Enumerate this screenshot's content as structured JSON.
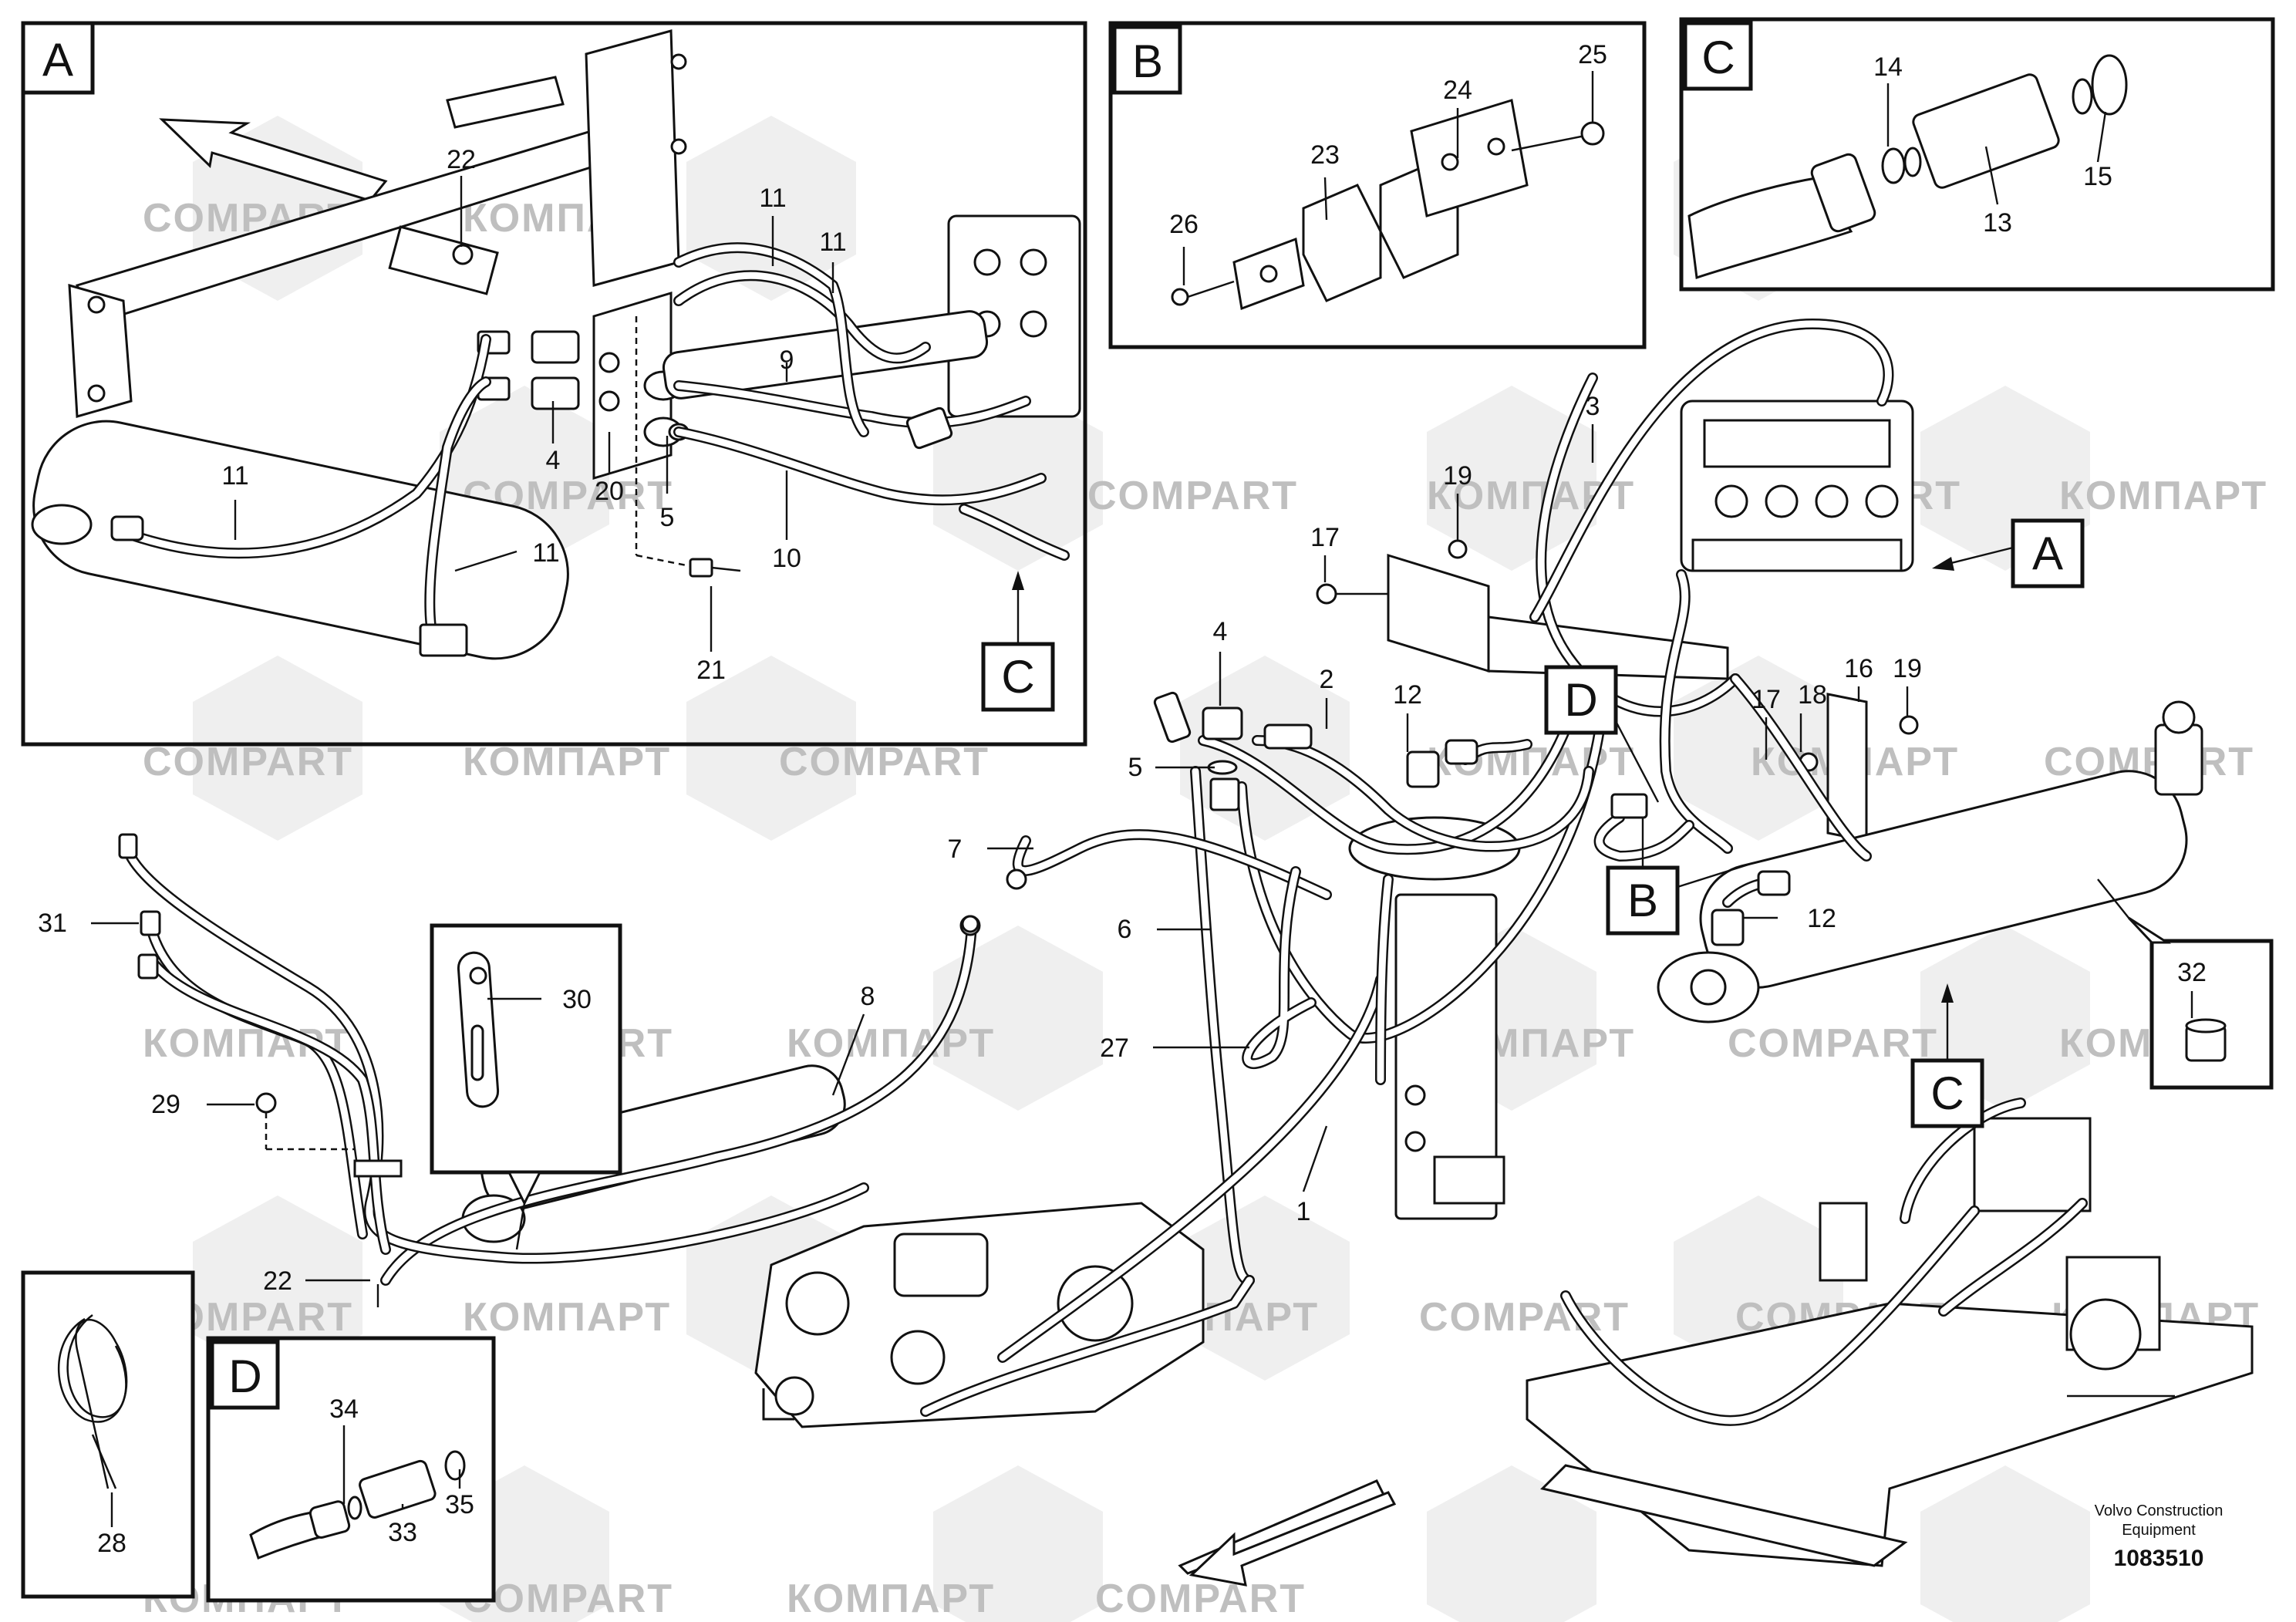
{
  "watermarks": [
    "COMPART",
    "КОМПАРТ"
  ],
  "panels": {
    "A": {
      "label": "A",
      "ref": "C"
    },
    "B": {
      "label": "B"
    },
    "C": {
      "label": "C"
    },
    "D": {
      "label": "D"
    }
  },
  "view_markers": {
    "A": "A",
    "B": "B",
    "C": "C",
    "C2": "C",
    "D": "D"
  },
  "callouts": {
    "p1": "1",
    "p2": "2",
    "p3": "3",
    "p4": "4",
    "p5": "5",
    "p6": "6",
    "p7": "7",
    "p8": "8",
    "p9": "9",
    "p10": "10",
    "p11": "11",
    "p12": "12",
    "p13": "13",
    "p14": "14",
    "p15": "15",
    "p16": "16",
    "p17": "17",
    "p18": "18",
    "p19": "19",
    "p20": "20",
    "p21": "21",
    "p22": "22",
    "p23": "23",
    "p24": "24",
    "p25": "25",
    "p26": "26",
    "p27": "27",
    "p28": "28",
    "p29": "29",
    "p30": "30",
    "p31": "31",
    "p32": "32",
    "p33": "33",
    "p34": "34",
    "p35": "35"
  },
  "footer": {
    "line1": "Volvo Construction",
    "line2": "Equipment",
    "drawing_number": "1083510"
  }
}
